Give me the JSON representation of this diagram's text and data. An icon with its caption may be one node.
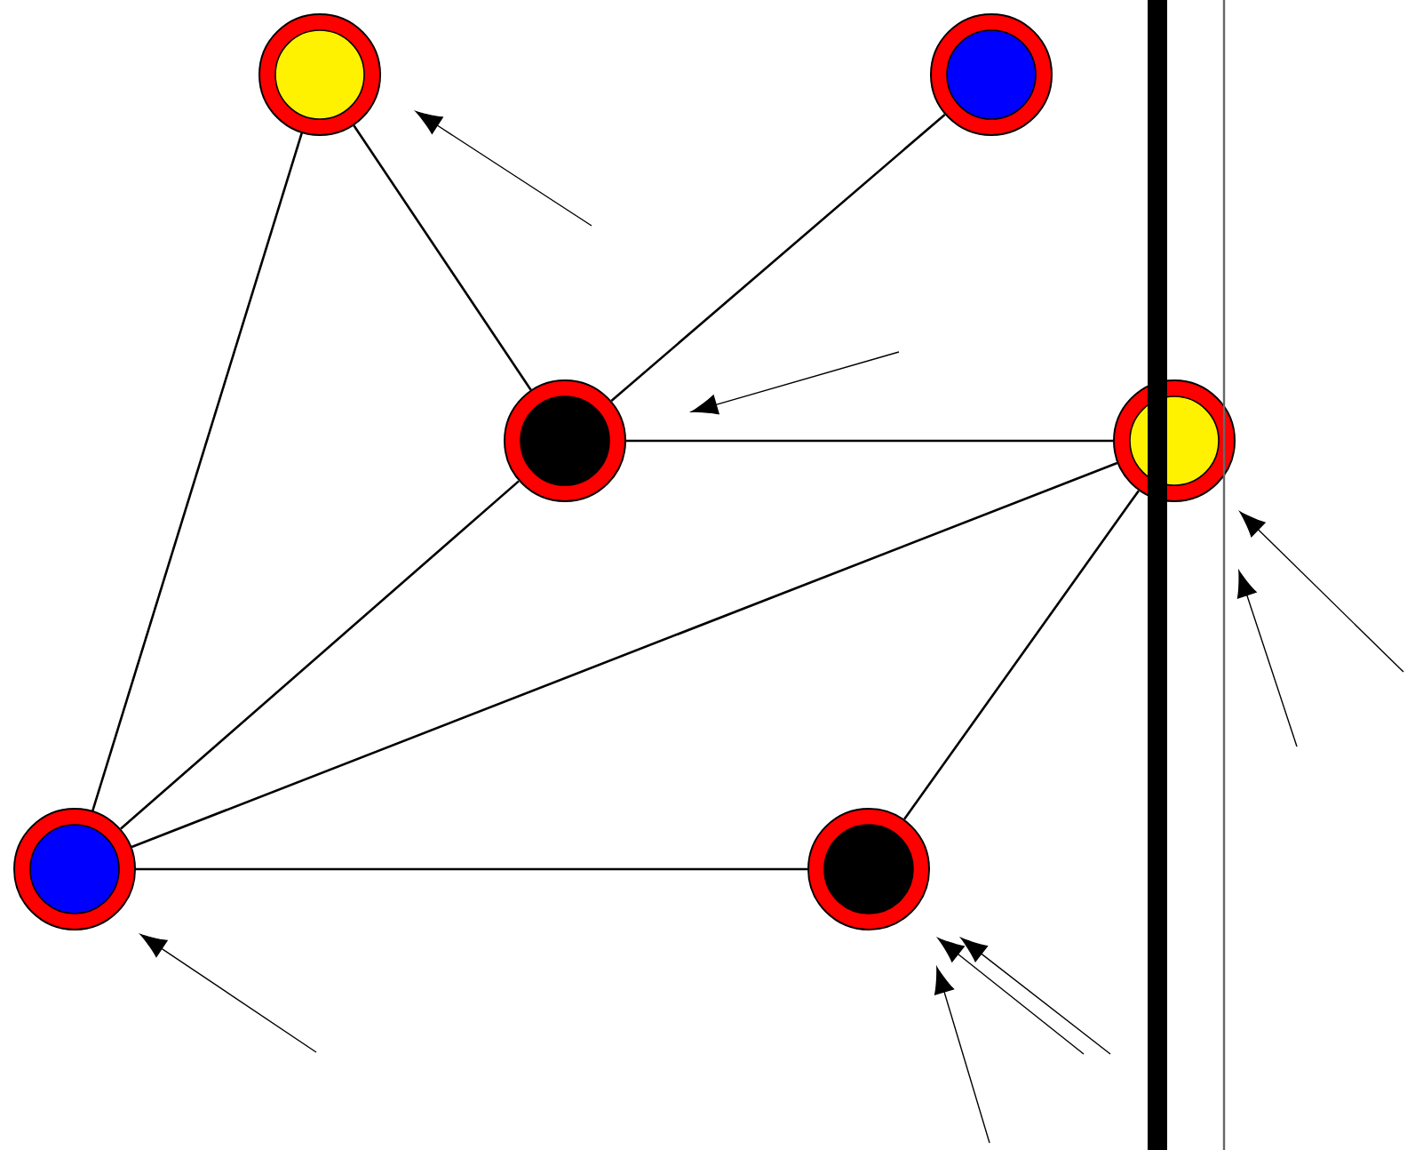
{
  "diagram": {
    "nodes": [
      {
        "text": [],
        "shape": "circle"
      },
      {
        "text": [],
        "shape": "circle"
      },
      {
        "text": [],
        "shape": "circle"
      },
      {
        "text": [],
        "shape": "circle"
      },
      {
        "text": [],
        "shape": "circle"
      },
      {
        "text": [],
        "shape": "circle"
      }
    ],
    "edges": [
      {
        "from": 0,
        "to": 2,
        "arrow": "none"
      },
      {
        "from": 0,
        "to": 4,
        "arrow": "none"
      },
      {
        "from": 1,
        "to": 2,
        "arrow": "none"
      },
      {
        "from": 2,
        "to": 3,
        "arrow": "none"
      },
      {
        "from": 2,
        "to": 4,
        "arrow": "none"
      },
      {
        "from": 3,
        "to": 4,
        "arrow": "none"
      },
      {
        "from": 3,
        "to": 5,
        "arrow": "none"
      },
      {
        "from": 4,
        "to": 5,
        "arrow": "none"
      }
    ]
  }
}
